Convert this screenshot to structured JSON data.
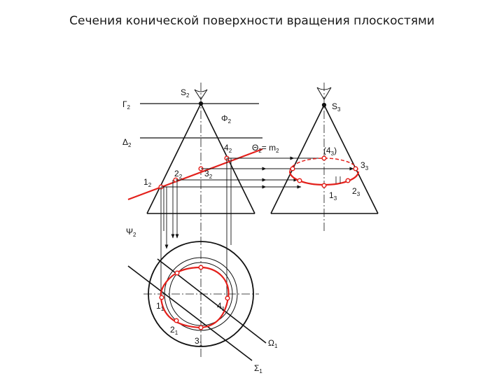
{
  "title": "Сечения конической поверхности вращения плоскостями",
  "colors": {
    "ink": "#111111",
    "section": "#e3201b",
    "page": "#ffffff"
  },
  "labels": {
    "gamma": {
      "base": "Г",
      "sub": "2"
    },
    "delta": {
      "base": "Δ",
      "sub": "2"
    },
    "s2": {
      "base": "S",
      "sub": "2"
    },
    "phi": {
      "base": "Φ",
      "sub": "2"
    },
    "s3": {
      "base": "S",
      "sub": "3"
    },
    "p1_2": {
      "base": "1",
      "sub": "2"
    },
    "p2_2": {
      "base": "2",
      "sub": "2"
    },
    "p3_2": {
      "base": "3",
      "sub": "2"
    },
    "p4_2": {
      "base": "4",
      "sub": "2"
    },
    "theta": {
      "base": "Θ",
      "sub": "2"
    },
    "theta_eq": "= m",
    "theta_m_sub": "2",
    "p4_3": {
      "base": "(4",
      "sub": "3",
      "tail": ")"
    },
    "p3_3": {
      "base": "3",
      "sub": "3"
    },
    "p1_3": {
      "base": "1",
      "sub": "3"
    },
    "p2_3": {
      "base": "2",
      "sub": "3"
    },
    "psi": {
      "base": "Ψ",
      "sub": "2"
    },
    "p1_1": {
      "base": "1",
      "sub": "1"
    },
    "p4_1": {
      "base": "4",
      "sub": "1"
    },
    "p2_1": {
      "base": "2",
      "sub": "1"
    },
    "p3_1": {
      "base": "3",
      "sub": "1"
    },
    "omega": {
      "base": "Ω",
      "sub": "1"
    },
    "sigma": {
      "base": "Σ",
      "sub": "1"
    }
  }
}
